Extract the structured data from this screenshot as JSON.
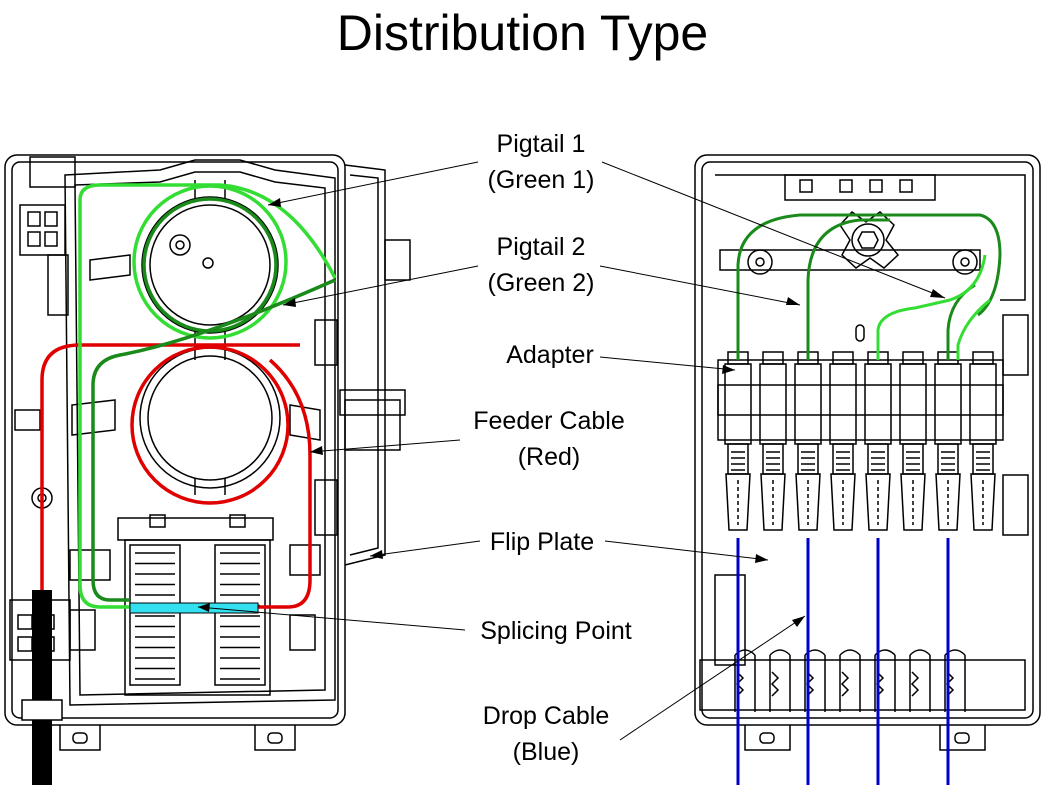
{
  "title": "Distribution Type",
  "labels": {
    "pigtail1": {
      "line1": "Pigtail 1",
      "line2": "(Green 1)"
    },
    "pigtail2": {
      "line1": "Pigtail 2",
      "line2": "(Green 2)"
    },
    "adapter": "Adapter",
    "feeder": {
      "line1": "Feeder Cable",
      "line2": "(Red)"
    },
    "flip_plate": "Flip Plate",
    "splicing_point": "Splicing Point",
    "drop_cable": {
      "line1": "Drop Cable",
      "line2": "(Blue)"
    }
  },
  "colors": {
    "pigtail_1": "#33dd33",
    "pigtail_2": "#1a8a1a",
    "feeder_cable": "#e00000",
    "drop_cable": "#0000cc",
    "splice_highlight": "#33e0f0",
    "outline": "#000000"
  },
  "adapter_count": 8
}
